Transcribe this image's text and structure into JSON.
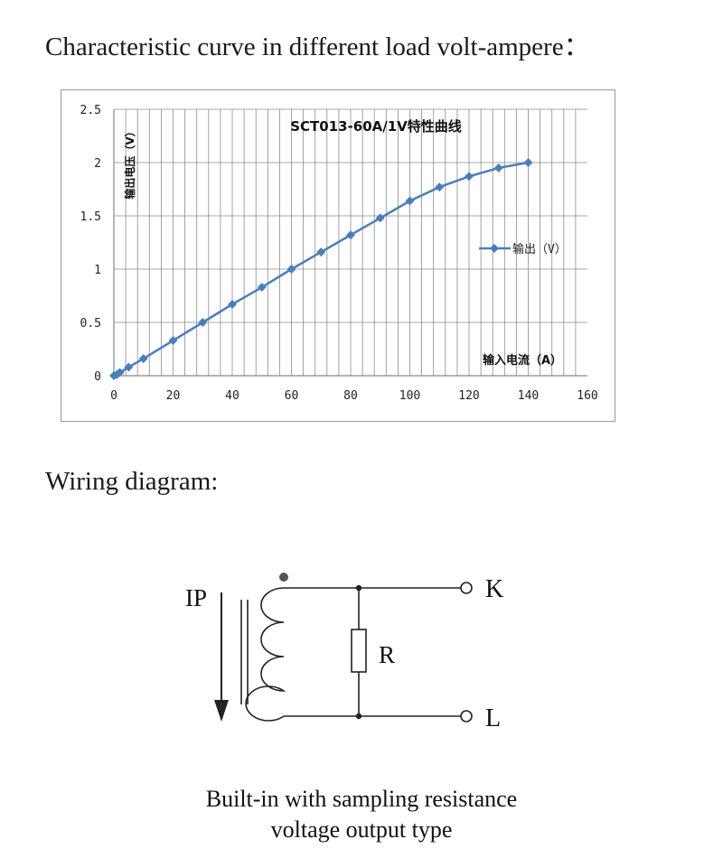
{
  "headings": {
    "curve": "Characteristic curve in different load volt-ampere：",
    "wiring": "Wiring diagram:"
  },
  "chart_data": {
    "type": "line",
    "title": "SCT013-60A/1V特性曲线",
    "xlabel": "输入电流（A）",
    "ylabel": "输出电压（V）",
    "xlim": [
      0,
      160
    ],
    "ylim": [
      0,
      2.5
    ],
    "xticks": [
      "0",
      "20",
      "40",
      "60",
      "80",
      "100",
      "120",
      "140",
      "160"
    ],
    "yticks": [
      "0",
      "0.5",
      "1",
      "1.5",
      "2",
      "2.5"
    ],
    "grid": true,
    "legend_position": "right",
    "series": [
      {
        "name": "输出（V）",
        "color": "#4a7ebb",
        "x": [
          0,
          1,
          2,
          5,
          10,
          20,
          30,
          40,
          50,
          60,
          70,
          80,
          90,
          100,
          110,
          120,
          130,
          140
        ],
        "y": [
          0,
          0.01,
          0.03,
          0.08,
          0.16,
          0.33,
          0.5,
          0.67,
          0.83,
          1.0,
          1.16,
          1.32,
          1.48,
          1.64,
          1.77,
          1.87,
          1.95,
          2.0
        ]
      }
    ]
  },
  "wiring": {
    "ip_label": "IP",
    "resistor_label": "R",
    "terminal_k": "K",
    "terminal_l": "L"
  },
  "caption": {
    "line1": "Built-in with sampling resistance",
    "line2": "voltage output type"
  }
}
